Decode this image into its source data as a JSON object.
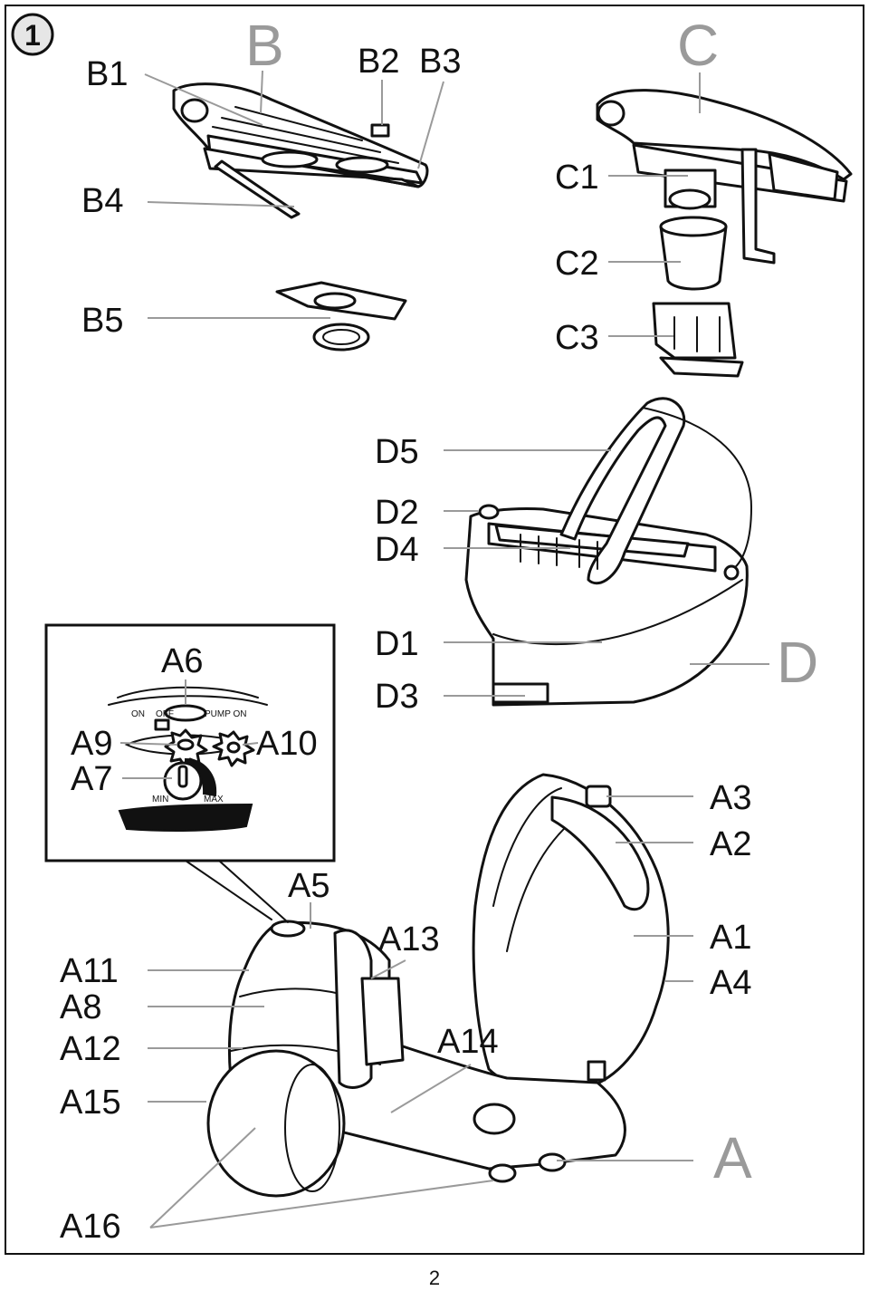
{
  "figure": {
    "number": "1",
    "page_number": "2"
  },
  "groups": {
    "A": "A",
    "B": "B",
    "C": "C",
    "D": "D"
  },
  "labels": {
    "B1": "B1",
    "B2": "B2",
    "B3": "B3",
    "B4": "B4",
    "B5": "B5",
    "C1": "C1",
    "C2": "C2",
    "C3": "C3",
    "D1": "D1",
    "D2": "D2",
    "D3": "D3",
    "D4": "D4",
    "D5": "D5",
    "A1": "A1",
    "A2": "A2",
    "A3": "A3",
    "A4": "A4",
    "A5": "A5",
    "A6": "A6",
    "A7": "A7",
    "A8": "A8",
    "A9": "A9",
    "A10": "A10",
    "A11": "A11",
    "A12": "A12",
    "A13": "A13",
    "A14": "A14",
    "A15": "A15",
    "A16": "A16"
  },
  "control_panel": {
    "on": "ON",
    "off": "OFF",
    "pump_on": "PUMP ON",
    "min": "MIN",
    "max": "MAX"
  }
}
